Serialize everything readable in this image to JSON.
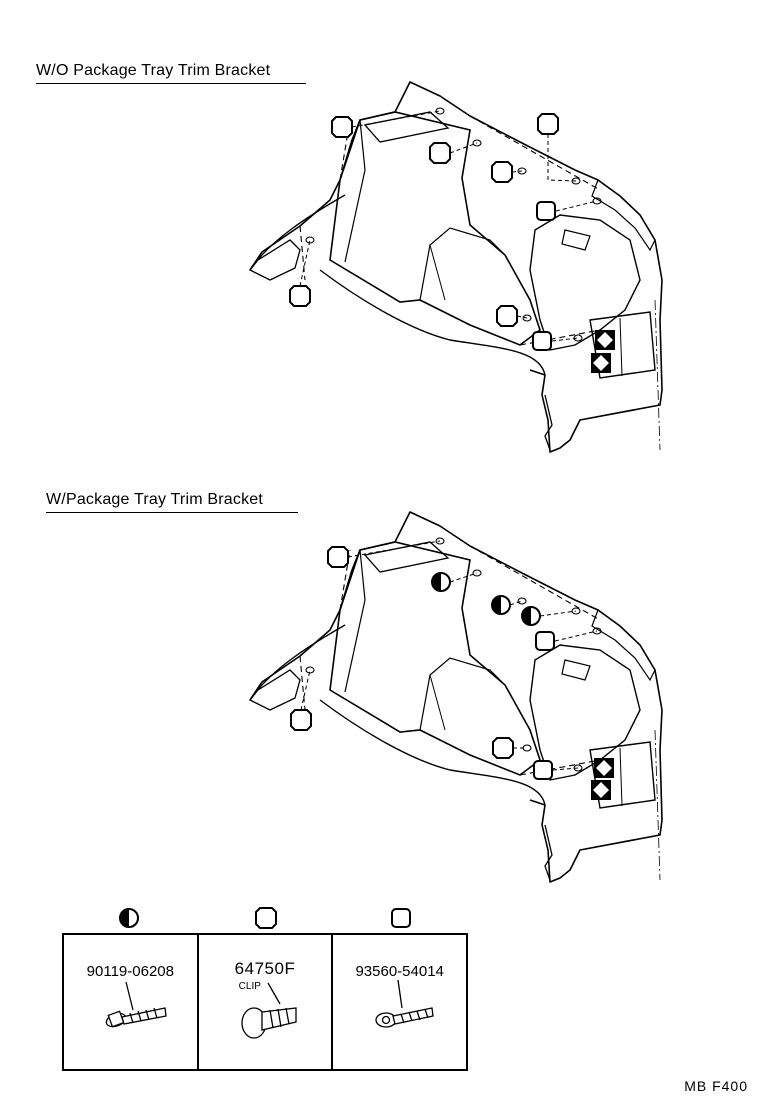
{
  "sections": [
    {
      "title": "W/O Package Tray Trim Bracket"
    },
    {
      "title": "W/Package Tray Trim Bracket"
    }
  ],
  "legend": [
    {
      "symbol": "half-circle",
      "part_number": "90119-06208",
      "part_name": ""
    },
    {
      "symbol": "octagon",
      "part_number": "64750F",
      "part_name": "CLIP"
    },
    {
      "symbol": "square",
      "part_number": "93560-54014",
      "part_name": ""
    }
  ],
  "footer": "MB  F400"
}
